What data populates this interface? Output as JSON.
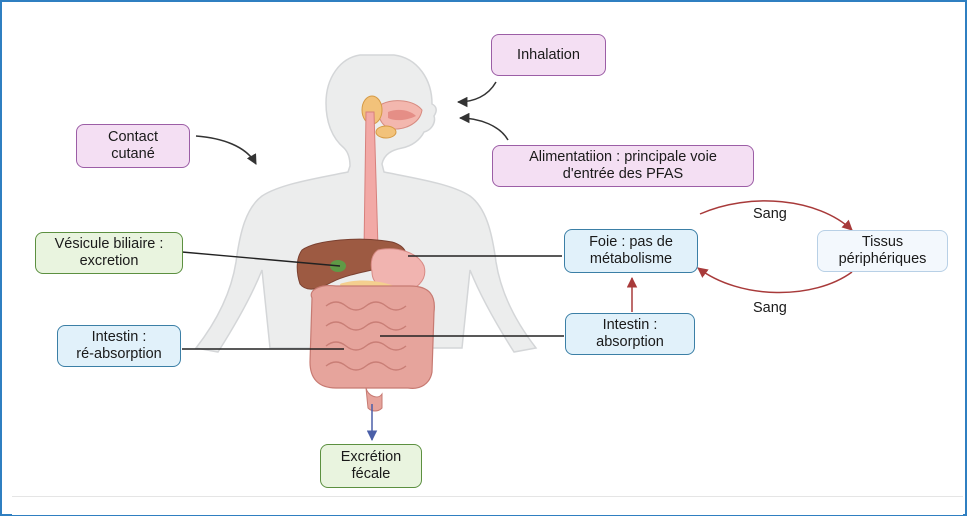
{
  "labels": {
    "inhalation": "Inhalation",
    "contact": "Contact\ncutané",
    "alimentation": "Alimentatiion : principale voie\nd'entrée des PFAS",
    "vesicule": "Vésicule biliaire :\nexcretion",
    "foie": "Foie : pas de\nmétabolisme",
    "tissus": "Tissus\npériphériques",
    "intestin_reabs": "Intestin :\nré-absorption",
    "intestin_abs": "Intestin :\nabsorption",
    "excretion": "Excrétion\nfécale",
    "sang_top": "Sang",
    "sang_bottom": "Sang"
  },
  "colors": {
    "exposure_box": "#f4dff3",
    "excretion_box": "#e9f4df",
    "absorption_box": "#e1f1fa",
    "tissue_box": "#f3f8fd",
    "blood_arrow": "#a83a3a",
    "exposure_arrow": "#333333",
    "excretion_arrow": "#4a5fa8",
    "frame": "#2f7fc1"
  }
}
